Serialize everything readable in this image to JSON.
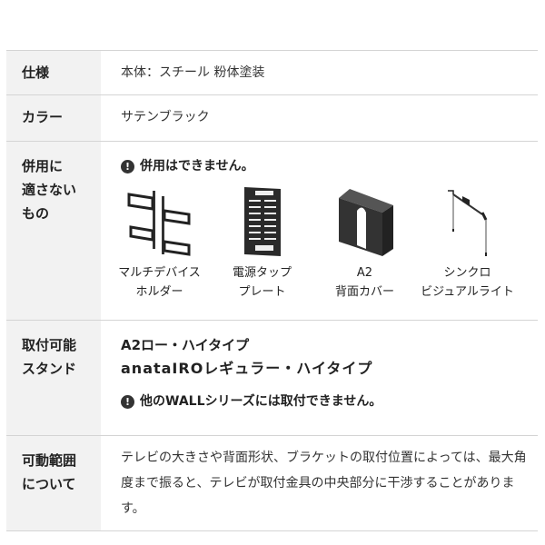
{
  "rows": [
    {
      "label": "仕様",
      "value": "本体：スチール 粉体塗装"
    },
    {
      "label": "カラー",
      "value": "サテンブラック"
    },
    {
      "label": "併用に\n適さない\nもの",
      "label_lines": [
        "併用に",
        "適さない",
        "もの"
      ],
      "notice": "併用はできません。",
      "notice_icon": "exclamation-circle-icon",
      "items": [
        {
          "name": "マルチデバイスホルダー",
          "caption_lines": [
            "マルチデバイス",
            "ホルダー"
          ],
          "icon": "multi-device-holder-image"
        },
        {
          "name": "電源タッププレート",
          "caption_lines": [
            "電源タップ",
            "プレート"
          ],
          "icon": "power-strip-plate-image"
        },
        {
          "name": "A2背面カバー",
          "caption_lines": [
            "A2",
            "背面カバー"
          ],
          "icon": "back-cover-image"
        },
        {
          "name": "シンクロビジュアルライト",
          "caption_lines": [
            "シンクロ",
            "ビジュアルライト"
          ],
          "icon": "visual-light-image"
        }
      ]
    },
    {
      "label_lines": [
        "取付可能",
        "スタンド"
      ],
      "stands": [
        "A2ロー・ハイタイプ",
        "anataIROレギュラー・ハイタイプ"
      ],
      "notice": "他のWALLシリーズには取付できません。",
      "notice_icon": "exclamation-circle-icon"
    },
    {
      "label_lines": [
        "可動範囲",
        "について"
      ],
      "value": "テレビの大きさや背面形状、ブラケットの取付位置によっては、最大角度まで振ると、テレビが取付金具の中央部分に干渉することがあります。"
    }
  ],
  "colors": {
    "label_bg": "#f2f2f2",
    "border": "#d4d4d4",
    "icon": "#333333"
  }
}
